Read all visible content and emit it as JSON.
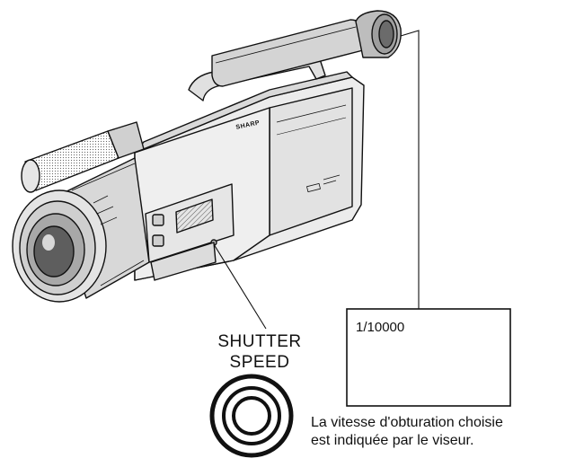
{
  "camera": {
    "brand": "SHARP"
  },
  "control": {
    "label_line1": "SHUTTER",
    "label_line2": "SPEED"
  },
  "viewfinder": {
    "display_value": "1/10000"
  },
  "caption": {
    "line1": "La vitesse d'obturation choisie",
    "line2": "est indiquée par le viseur."
  },
  "colors": {
    "ink": "#111111",
    "paper": "#ffffff",
    "body_tone": "#e8e8e8",
    "shade": "#9a9a9a"
  }
}
